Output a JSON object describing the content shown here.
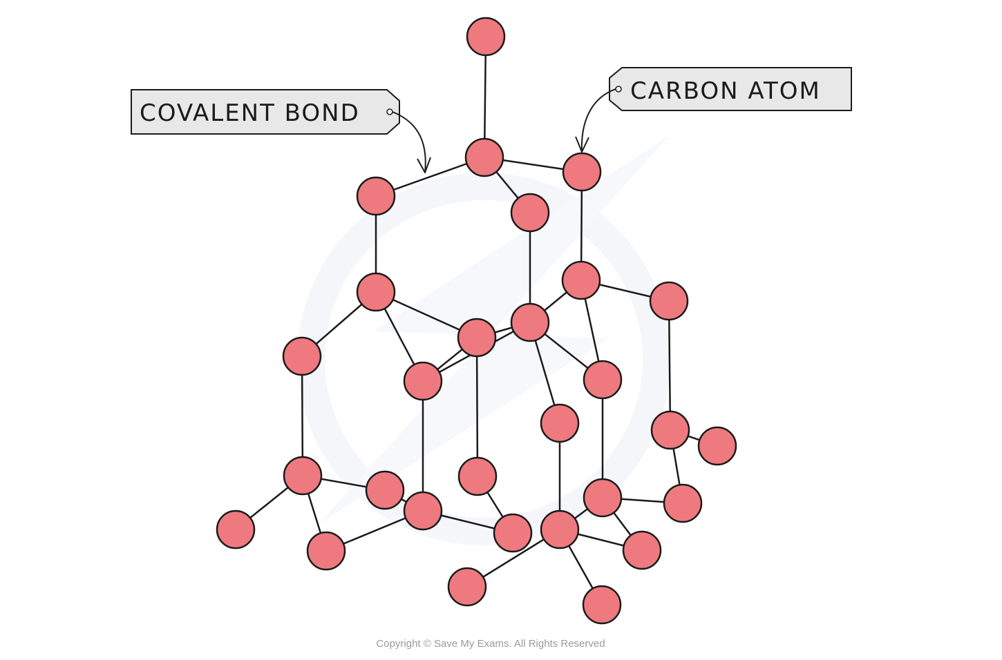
{
  "labels": {
    "covalent_bond": "COVALENT BOND",
    "carbon_atom": "CARBON ATOM"
  },
  "copyright": "Copyright © Save My Exams. All Rights Reserved",
  "colors": {
    "atom_fill": "#ee7a7f",
    "outline": "#1a1a1a",
    "label_box": "#e8e8e8",
    "watermark": "#eef1f8"
  }
}
